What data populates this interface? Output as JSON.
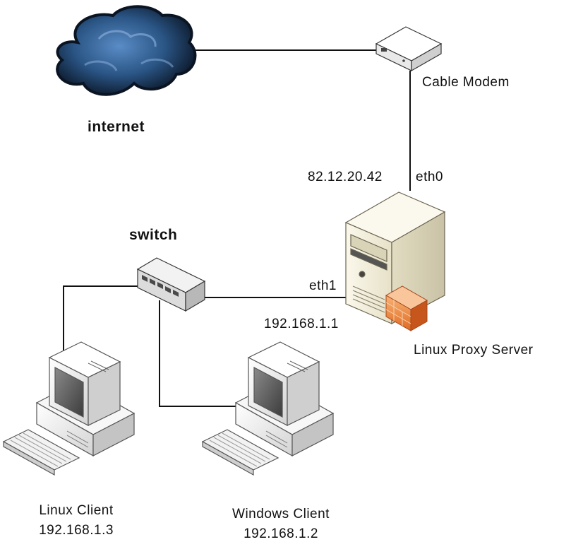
{
  "nodes": {
    "internet": {
      "label": "internet",
      "icon": "cloud-icon"
    },
    "cable_modem": {
      "label": "Cable  Modem",
      "icon": "modem-icon"
    },
    "proxy": {
      "label": "Linux Proxy Server",
      "icon": "server-tower-icon",
      "firewall_icon": "firewall-icon"
    },
    "switch": {
      "label": "switch",
      "icon": "switch-icon"
    },
    "linux_client": {
      "label": "Linux  Client",
      "ip": "192.168.1.3",
      "icon": "desktop-computer-icon"
    },
    "windows_client": {
      "label": "Windows  Client",
      "ip": "192.168.1.2",
      "icon": "desktop-computer-icon"
    }
  },
  "interfaces": {
    "eth0": {
      "name": "eth0",
      "ip": "82.12.20.42"
    },
    "eth1": {
      "name": "eth1",
      "ip": "192.168.1.1"
    }
  },
  "colors": {
    "cloud_dark": "#0e1a2c",
    "cloud_blue": "#3c6ea8",
    "device_beige": "#f3efde",
    "firewall_orange": "#e8732a",
    "line": "#111111"
  }
}
